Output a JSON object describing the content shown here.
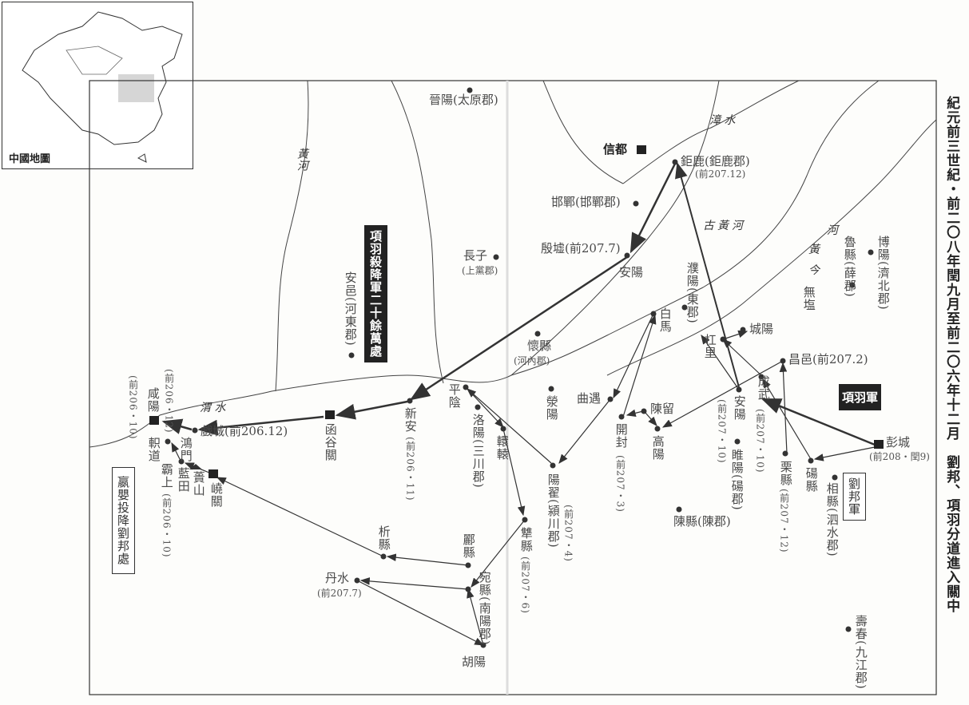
{
  "title": "紀元前三世紀・前二〇八年閏九月至前二〇六年十二月　劉邦、項羽分道進入關中",
  "inset": {
    "label": "中國地圖"
  },
  "callouts": {
    "massacre": "項羽殺降軍二十餘萬處",
    "xiang_army": "項羽軍",
    "liu_army": "劉邦軍",
    "surrender": "嬴嬰投降劉邦處"
  },
  "rivers": {
    "huanghe": "黃河",
    "weishui": "渭 水",
    "zhangshui": "漳 水",
    "old_huanghe": "古黃河",
    "he": "河",
    "huang": "黃",
    "jin": "今"
  },
  "places": [
    {
      "id": "jinyang",
      "name": "晉陽(太原郡)"
    },
    {
      "id": "xindu",
      "name": "信都"
    },
    {
      "id": "julu",
      "name": "鉅鹿(鉅鹿郡)",
      "note": "(前207.12)"
    },
    {
      "id": "handan",
      "name": "邯鄲(邯鄲郡)"
    },
    {
      "id": "yinxu",
      "name": "殷墟(前207.7)"
    },
    {
      "id": "anyang_n",
      "name": "安陽"
    },
    {
      "id": "zhangzi",
      "name": "長子",
      "note": "(上黨郡)"
    },
    {
      "id": "anyi",
      "name": "安邑(河東郡)"
    },
    {
      "id": "huaixian",
      "name": "懷縣",
      "note": "(河內郡)"
    },
    {
      "id": "baima",
      "name": "白馬"
    },
    {
      "id": "puyang",
      "name": "濮陽(東郡)"
    },
    {
      "id": "gangli",
      "name": "杠里"
    },
    {
      "id": "chengyang",
      "name": "城陽"
    },
    {
      "id": "changyi",
      "name": "昌邑(前207.2)"
    },
    {
      "id": "chengwu",
      "name": "成武",
      "note": "(前207・10)"
    },
    {
      "id": "anyang_s",
      "name": "安陽",
      "note": "(前207・10)"
    },
    {
      "id": "chenliu",
      "name": "陳留"
    },
    {
      "id": "kaifeng",
      "name": "開封",
      "note": "(前207・3)"
    },
    {
      "id": "gaoyang",
      "name": "高陽"
    },
    {
      "id": "quyu",
      "name": "曲遇"
    },
    {
      "id": "xingyang",
      "name": "滎陽"
    },
    {
      "id": "pingyin",
      "name": "平陰"
    },
    {
      "id": "luoyang",
      "name": "洛陽(三川郡)"
    },
    {
      "id": "huanyuan",
      "name": "轘轅"
    },
    {
      "id": "yangzhai",
      "name": "陽翟(潁川郡)",
      "note": "(前207・4)"
    },
    {
      "id": "suiyang",
      "name": "睢陽(碭郡)"
    },
    {
      "id": "lixian",
      "name": "栗縣",
      "note": "(前207・12)"
    },
    {
      "id": "dangxian",
      "name": "碭縣"
    },
    {
      "id": "pengcheng",
      "name": "彭城",
      "note": "(前208・閏9)"
    },
    {
      "id": "xiangxian",
      "name": "相縣(泗水郡)"
    },
    {
      "id": "chenxian",
      "name": "陳縣(陳郡)"
    },
    {
      "id": "chouxian",
      "name": "犨縣",
      "note": "(前207・6)"
    },
    {
      "id": "lixian2",
      "name": "酈縣"
    },
    {
      "id": "wanxian",
      "name": "宛縣(南陽郡)"
    },
    {
      "id": "xixian",
      "name": "析縣"
    },
    {
      "id": "danshui",
      "name": "丹水",
      "note": "(前207.7)"
    },
    {
      "id": "huyang",
      "name": "胡陽"
    },
    {
      "id": "xinan",
      "name": "新安",
      "note": "(前206・11)"
    },
    {
      "id": "hanguguan",
      "name": "函谷關"
    },
    {
      "id": "xicheng",
      "name": "戲城(前206.12)"
    },
    {
      "id": "hongmen",
      "name": "鴻門"
    },
    {
      "id": "xianyang",
      "name": "咸陽",
      "note": "(前206・10)",
      "note2": "(前206・12)"
    },
    {
      "id": "zhidao",
      "name": "軹道"
    },
    {
      "id": "bashang",
      "name": "霸上",
      "note": "(前206・10)"
    },
    {
      "id": "lantian",
      "name": "藍田"
    },
    {
      "id": "kuishan",
      "name": "蕢山"
    },
    {
      "id": "yaoguan",
      "name": "嶢關"
    },
    {
      "id": "boyang",
      "name": "博陽(濟北郡)"
    },
    {
      "id": "luxian",
      "name": "魯縣(薛郡)"
    },
    {
      "id": "wuyan",
      "name": "無塩"
    },
    {
      "id": "shouchun",
      "name": "壽春(九江郡)"
    }
  ]
}
